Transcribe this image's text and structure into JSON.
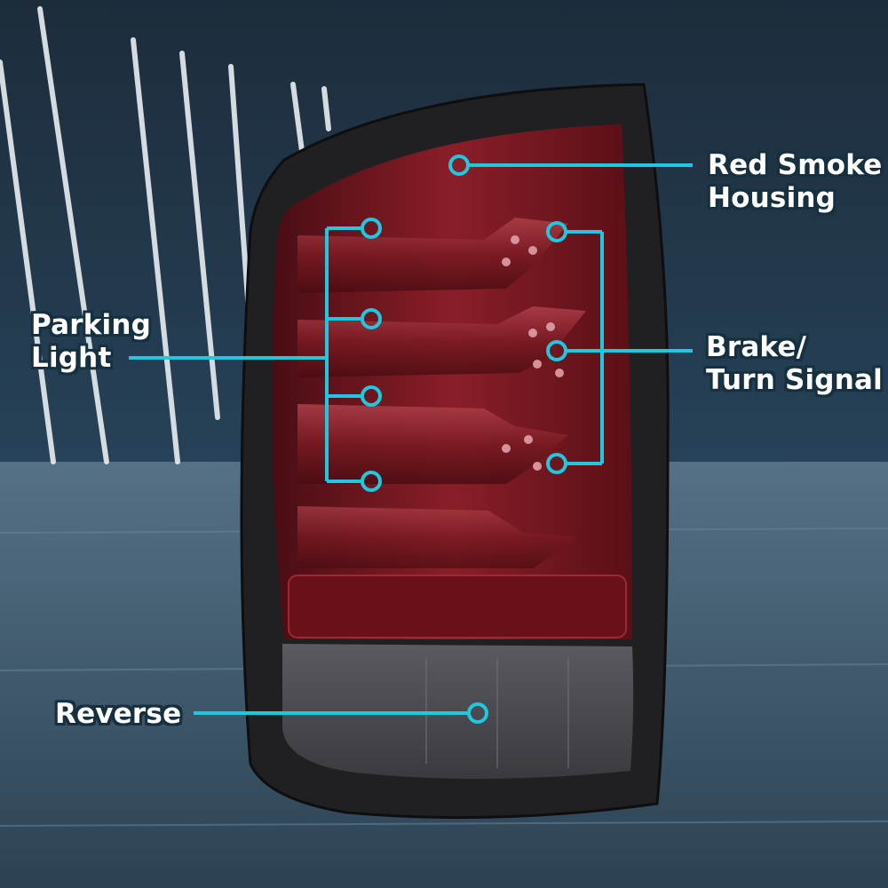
{
  "labels": {
    "housing": [
      "Red Smoke",
      "Housing"
    ],
    "brake": [
      "Brake/",
      "Turn Signal"
    ],
    "parking": [
      "Parking",
      "Light"
    ],
    "reverse": "Reverse"
  },
  "colors": {
    "callout": "#1ec8e0",
    "label_text": "#ffffff",
    "lens_red": "#7a1620",
    "smoke": "#4a4a4e"
  }
}
